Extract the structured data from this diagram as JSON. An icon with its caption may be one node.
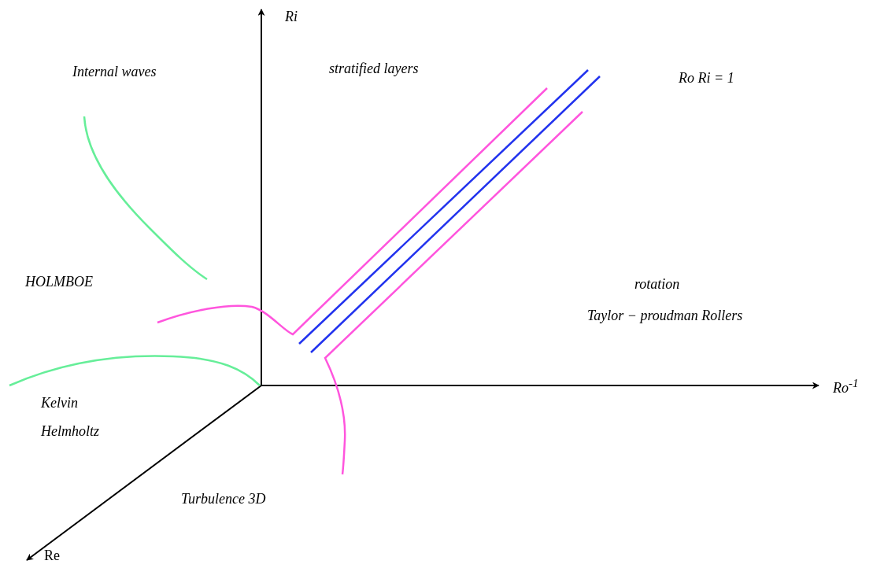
{
  "diagram": {
    "labels": [
      "Ri",
      "Internal waves",
      "stratified  layers",
      "Ro Ri = 1",
      "HOLMBOE",
      "rotation",
      "Taylor − proudman Rollers",
      "Kelvin Helmholtz",
      "Ro$^{-1}$",
      "Turbulence 3D",
      "Re"
    ]
  }
}
